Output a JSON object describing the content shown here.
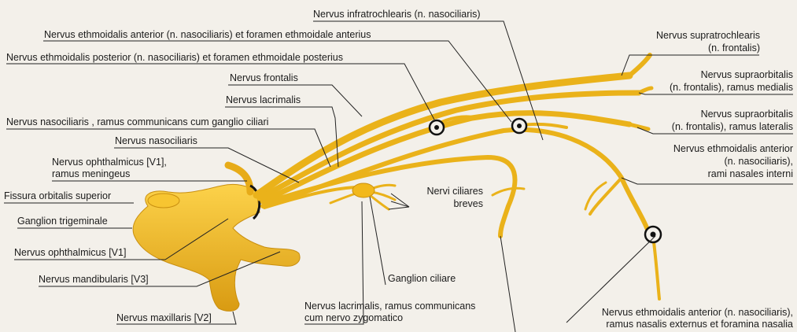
{
  "labels": {
    "infratrochlearis": "Nervus infratrochlearis (n. nasociliaris)",
    "ethmoidalis_anterior": "Nervus ethmoidalis anterior (n. nasociliaris) et foramen ethmoidale anterius",
    "ethmoidalis_posterior": "Nervus ethmoidalis posterior (n. nasociliaris) et foramen ethmoidale posterius",
    "frontalis": "Nervus frontalis",
    "lacrimalis": "Nervus lacrimalis",
    "nasociliaris_ramus": "Nervus nasociliaris , ramus communicans cum ganglio ciliari",
    "nasociliaris": "Nervus nasociliaris",
    "ophthalmicus_meningeus_1": "Nervus ophthalmicus [V1],",
    "ophthalmicus_meningeus_2": "ramus meningeus",
    "fissura": "Fissura orbitalis superior",
    "ganglion_trigeminale": "Ganglion trigeminale",
    "ophthalmicus": "Nervus ophthalmicus [V1]",
    "mandibularis": "Nervus mandibularis [V3]",
    "maxillaris": "Nervus maxillaris [V2]",
    "lacrimalis_ramus_1": "Nervus lacrimalis, ramus communicans",
    "lacrimalis_ramus_2": "cum nervo zygomatico",
    "ciliares_1": "Nervi ciliares",
    "ciliares_2": "breves",
    "ganglion_ciliare": "Ganglion ciliare",
    "supratrochlearis_1": "Nervus supratrochlearis",
    "supratrochlearis_2": "(n. frontalis)",
    "supraorbitalis_med_1": "Nervus supraorbitalis",
    "supraorbitalis_med_2": "(n. frontalis), ramus medialis",
    "supraorbitalis_lat_1": "Nervus supraorbitalis",
    "supraorbitalis_lat_2": "(n. frontalis), ramus lateralis",
    "ethm_ant_interni_1": "Nervus ethmoidalis anterior",
    "ethm_ant_interni_2": "(n. nasociliaris),",
    "ethm_ant_interni_3": "rami nasales interni",
    "ethm_ant_externus_1": "Nervus ethmoidalis anterior (n. nasociliaris),",
    "ethm_ant_externus_2": "ramus nasalis externus et foramina nasalia"
  },
  "colors": {
    "nerve": "#f2b81c",
    "nerve_dark": "#c98f10",
    "background": "#f3f0ea",
    "leader": "#222222"
  }
}
